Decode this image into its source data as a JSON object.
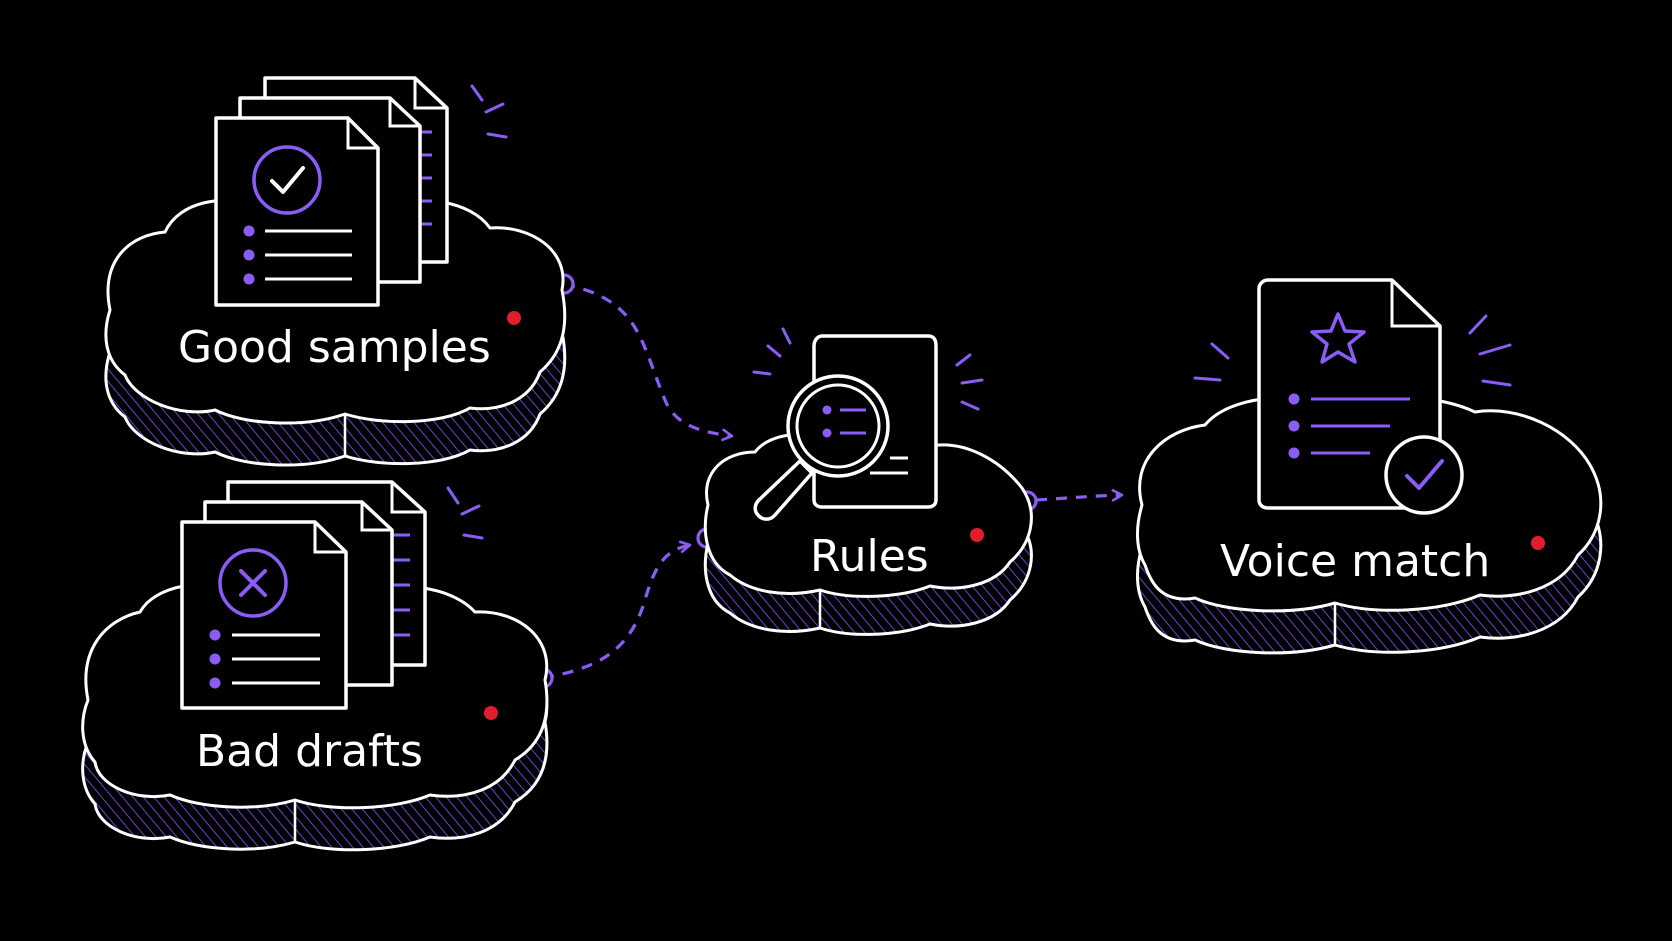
{
  "colors": {
    "background": "#000000",
    "outline": "#ffffff",
    "accent": "#8b5cf6",
    "accent_dark": "#4c2a9e",
    "status_dot": "#e11d2e"
  },
  "nodes": {
    "good": {
      "label": "Good samples",
      "icon": "document-stack-check-icon"
    },
    "bad": {
      "label": "Bad drafts",
      "icon": "document-stack-x-icon"
    },
    "rules": {
      "label": "Rules",
      "icon": "document-magnifier-icon"
    },
    "voice": {
      "label": "Voice match",
      "icon": "document-star-check-icon"
    }
  },
  "edges": [
    {
      "from": "good",
      "to": "rules"
    },
    {
      "from": "bad",
      "to": "rules"
    },
    {
      "from": "rules",
      "to": "voice"
    }
  ]
}
